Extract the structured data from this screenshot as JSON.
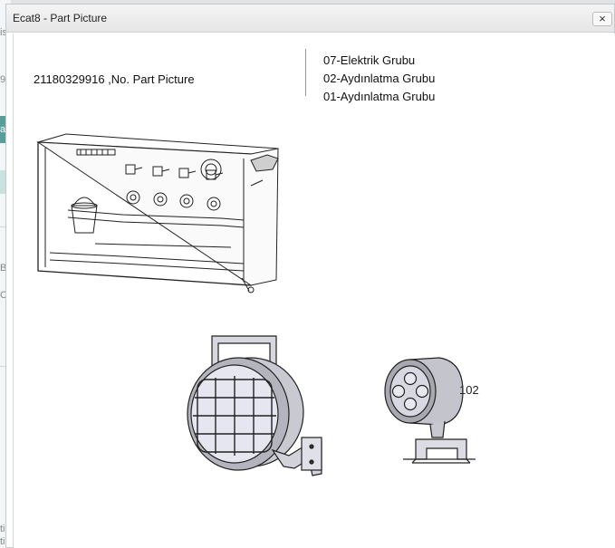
{
  "dialog": {
    "title": "Ecat8 - Part Picture",
    "close_symbol": "×"
  },
  "part": {
    "title": "21180329916 ,No. Part Picture"
  },
  "categories": [
    "07-Elektrik Grubu",
    "02-Aydınlatma Grubu",
    "01-Aydınlatma Grubu"
  ],
  "diagram": {
    "callout_label": "102"
  },
  "background_fragments": [
    "is",
    "9",
    "al",
    "B",
    "C",
    "ti",
    "ti"
  ],
  "colors": {
    "accent_band": "#5a9e9c",
    "titlebar": "#ececec"
  }
}
